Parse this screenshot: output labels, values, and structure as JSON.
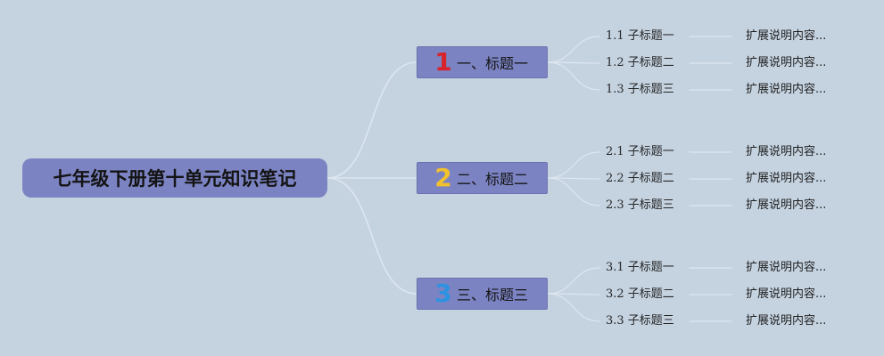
{
  "root": {
    "title": "七年级下册第十单元知识笔记"
  },
  "colors": {
    "background": "#c5d3e1",
    "node_fill": "#7b83c2",
    "connector": "#dde6f0"
  },
  "topics": [
    {
      "number": "1",
      "number_color": "#d8232a",
      "label": "一、标题一",
      "subtopics": [
        {
          "label": "1.1 子标题一",
          "extension": "扩展说明内容..."
        },
        {
          "label": "1.2 子标题二",
          "extension": "扩展说明内容..."
        },
        {
          "label": "1.3 子标题三",
          "extension": "扩展说明内容..."
        }
      ]
    },
    {
      "number": "2",
      "number_color": "#f2c12e",
      "label": "二、标题二",
      "subtopics": [
        {
          "label": "2.1 子标题一",
          "extension": "扩展说明内容..."
        },
        {
          "label": "2.2 子标题二",
          "extension": "扩展说明内容..."
        },
        {
          "label": "2.3 子标题三",
          "extension": "扩展说明内容..."
        }
      ]
    },
    {
      "number": "3",
      "number_color": "#2d93e0",
      "label": "三、标题三",
      "subtopics": [
        {
          "label": "3.1 子标题一",
          "extension": "扩展说明内容..."
        },
        {
          "label": "3.2 子标题二",
          "extension": "扩展说明内容..."
        },
        {
          "label": "3.3 子标题三",
          "extension": "扩展说明内容..."
        }
      ]
    }
  ]
}
